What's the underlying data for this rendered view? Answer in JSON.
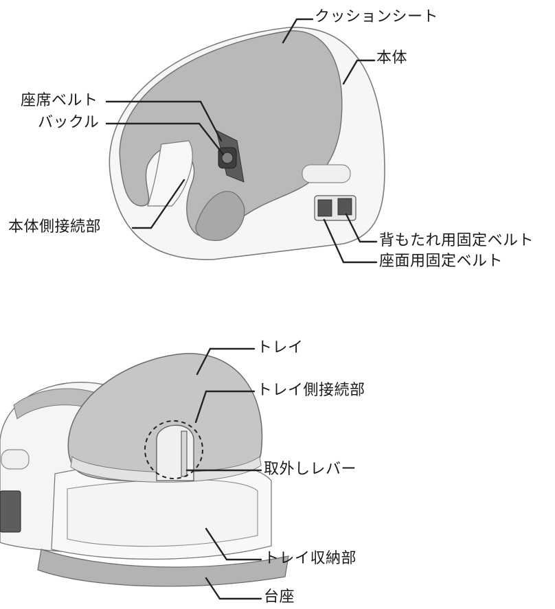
{
  "labels": {
    "cushion_seat": "クッションシート",
    "main_body": "本体",
    "seat_belt": "座席ベルト",
    "buckle": "バックル",
    "body_connector": "本体側接続部",
    "backrest_belt": "背もたれ用固定ベルト",
    "seat_fix_belt": "座面用固定ベルト",
    "tray": "トレイ",
    "tray_connector": "トレイ側接続部",
    "release_lever": "取外しレバー",
    "tray_storage": "トレイ収納部",
    "base": "台座"
  },
  "colors": {
    "line": "#2a2a2a",
    "cushion": "#b7b7b7",
    "body": "#f6f6f6",
    "tray": "#c4c4c4",
    "outline": "#6a6a6a"
  }
}
